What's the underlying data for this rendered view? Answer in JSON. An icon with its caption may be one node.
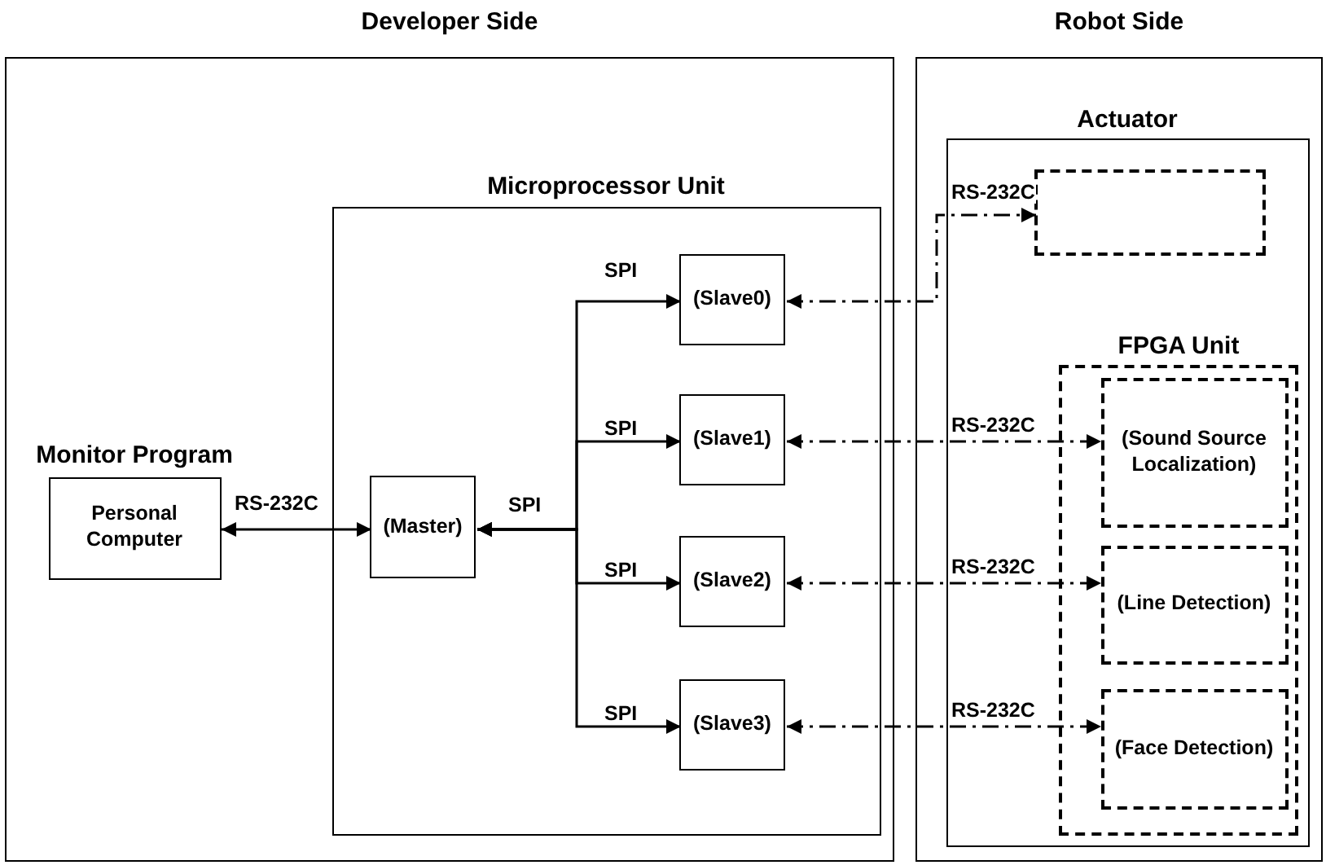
{
  "diagram": {
    "nodes": [
      {
        "text": [
          "Developer Side"
        ]
      },
      {
        "text": [
          "Monitor Program",
          "Personal Computer"
        ],
        "in": 0
      },
      {
        "text": [
          "Microprocessor Unit"
        ],
        "in": 0
      },
      {
        "text": [
          "(Master)"
        ],
        "in": 2
      },
      {
        "text": [
          "(Slave0)"
        ],
        "in": 2
      },
      {
        "text": [
          "(Slave1)"
        ],
        "in": 2
      },
      {
        "text": [
          "(Slave2)"
        ],
        "in": 2
      },
      {
        "text": [
          "(Slave3)"
        ],
        "in": 2
      },
      {
        "text": [
          "Robot Side"
        ]
      },
      {
        "text": [
          "Actuator"
        ],
        "in": 8
      },
      {
        "text": [],
        "shape": "box",
        "in": 9
      },
      {
        "text": [
          "FPGA Unit"
        ],
        "in": 9
      },
      {
        "text": [
          "(Sound Source Localization)"
        ],
        "in": 11
      },
      {
        "text": [
          "(Line Detection)"
        ],
        "in": 11
      },
      {
        "text": [
          "(Face Detection)"
        ],
        "in": 11
      }
    ],
    "edges": [
      {
        "from": 1,
        "to": 3,
        "arrow": "both",
        "label": "RS-232C"
      },
      {
        "from": 3,
        "to": 4,
        "arrow": "both",
        "label": "SPI"
      },
      {
        "from": 3,
        "to": 5,
        "arrow": "both",
        "label": "SPI"
      },
      {
        "from": 3,
        "to": 6,
        "arrow": "both",
        "label": "SPI"
      },
      {
        "from": 3,
        "to": 7,
        "arrow": "both",
        "label": "SPI"
      },
      {
        "from": 4,
        "to": 10,
        "arrow": "both",
        "label": "RS-232C",
        "style": "dashed"
      },
      {
        "from": 5,
        "to": 12,
        "arrow": "both",
        "label": "RS-232C",
        "style": "dashed"
      },
      {
        "from": 6,
        "to": 13,
        "arrow": "both",
        "label": "RS-232C",
        "style": "dashed"
      },
      {
        "from": 7,
        "to": 14,
        "arrow": "both",
        "label": "RS-232C",
        "style": "dashed"
      }
    ],
    "labels": [
      "SPI"
    ]
  }
}
